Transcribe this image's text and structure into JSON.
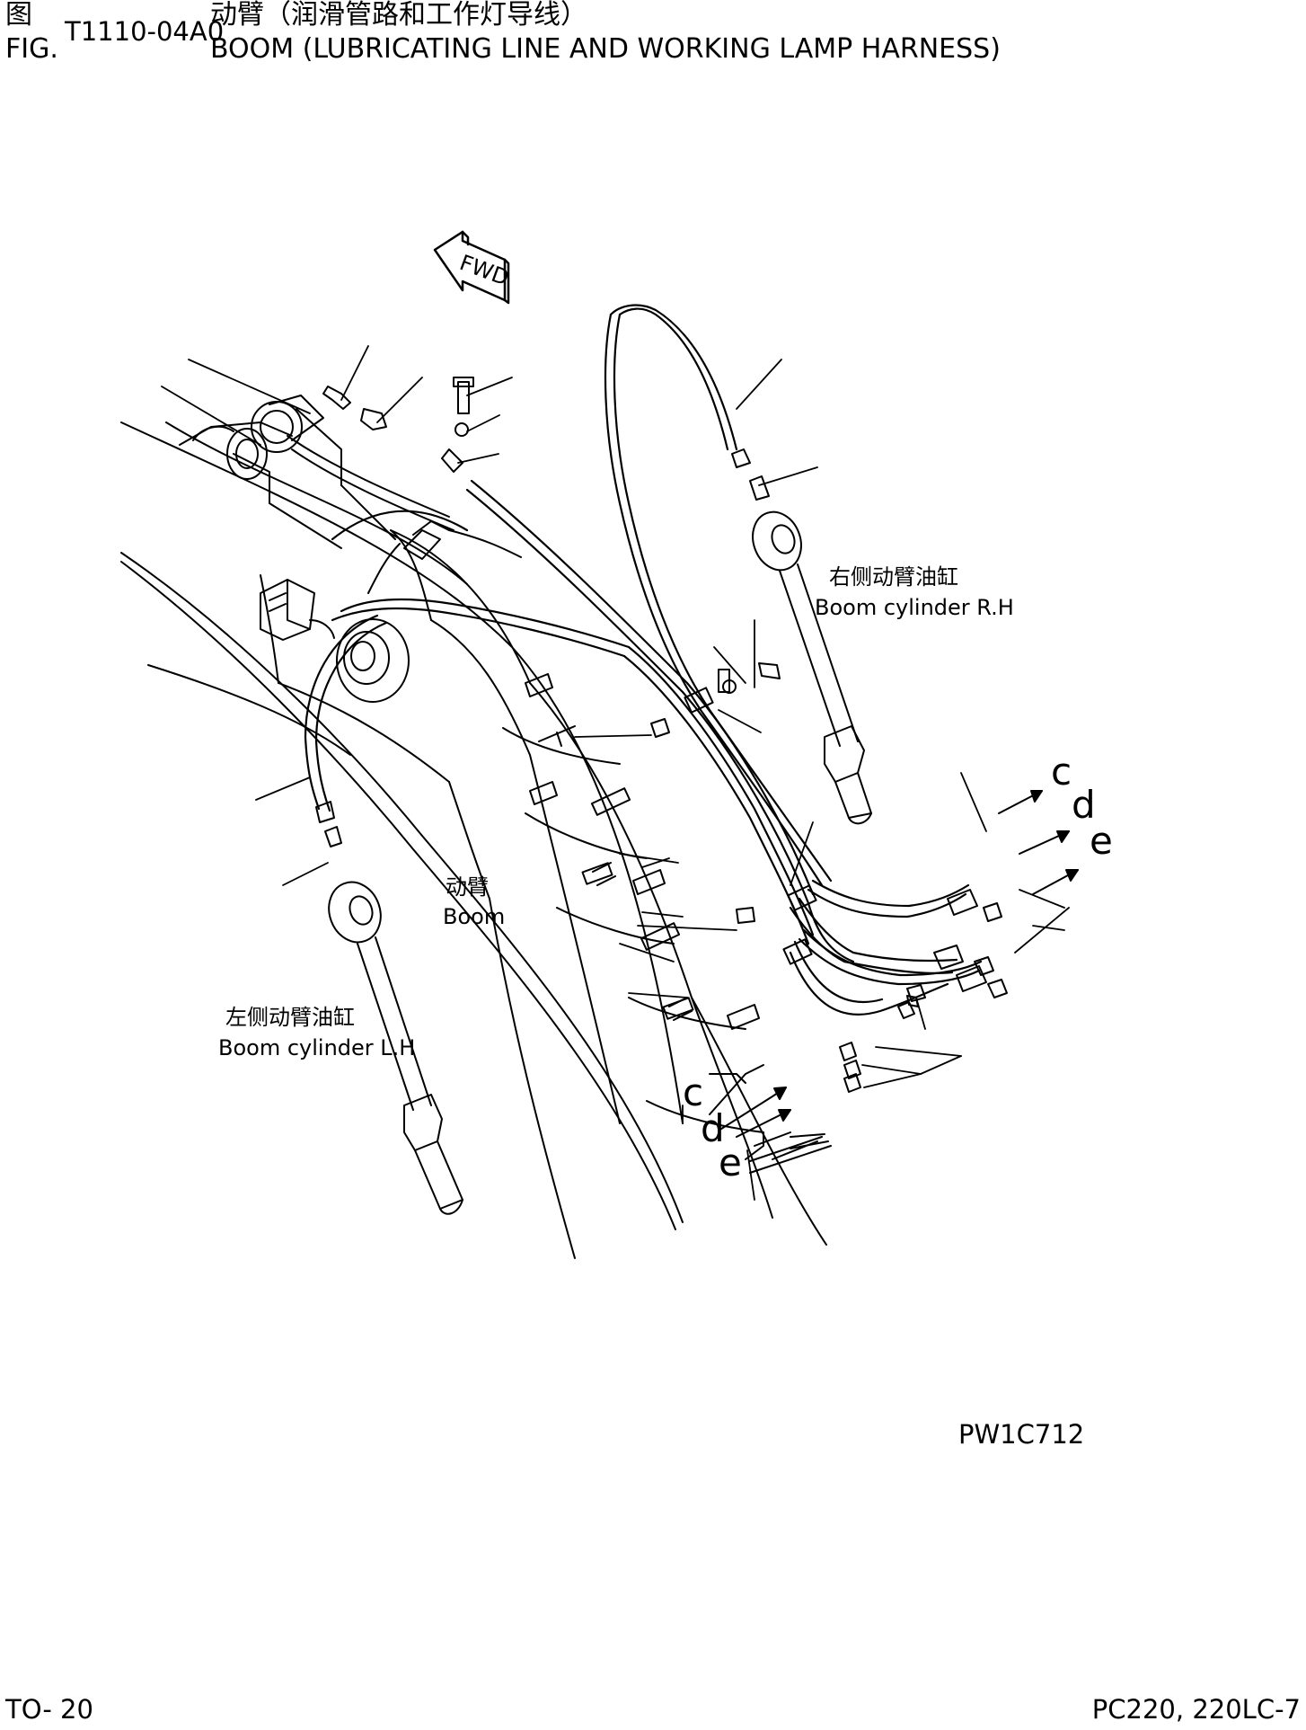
{
  "header": {
    "fig_cn": "图",
    "fig_en": "FIG.",
    "fig_number": "T1110-04A0",
    "title_cn": "动臂（润滑管路和工作灯导线）",
    "title_en": "BOOM (LUBRICATING LINE AND WORKING LAMP HARNESS)"
  },
  "diagram": {
    "fwd_label": "FWD",
    "labels": {
      "boom_cylinder_rh_cn": "右侧动臂油缸",
      "boom_cylinder_rh_en": "Boom cylinder R.H",
      "boom_cn": "动臂",
      "boom_en": "Boom",
      "boom_cylinder_lh_cn": "左侧动臂油缸",
      "boom_cylinder_lh_en": "Boom cylinder L.H"
    },
    "connection_letters_right": [
      "c",
      "d",
      "e"
    ],
    "connection_letters_left": [
      "c",
      "d",
      "e"
    ],
    "drawing_code": "PW1C712"
  },
  "footer": {
    "page": "TO- 20",
    "model": "PC220, 220LC-7"
  }
}
